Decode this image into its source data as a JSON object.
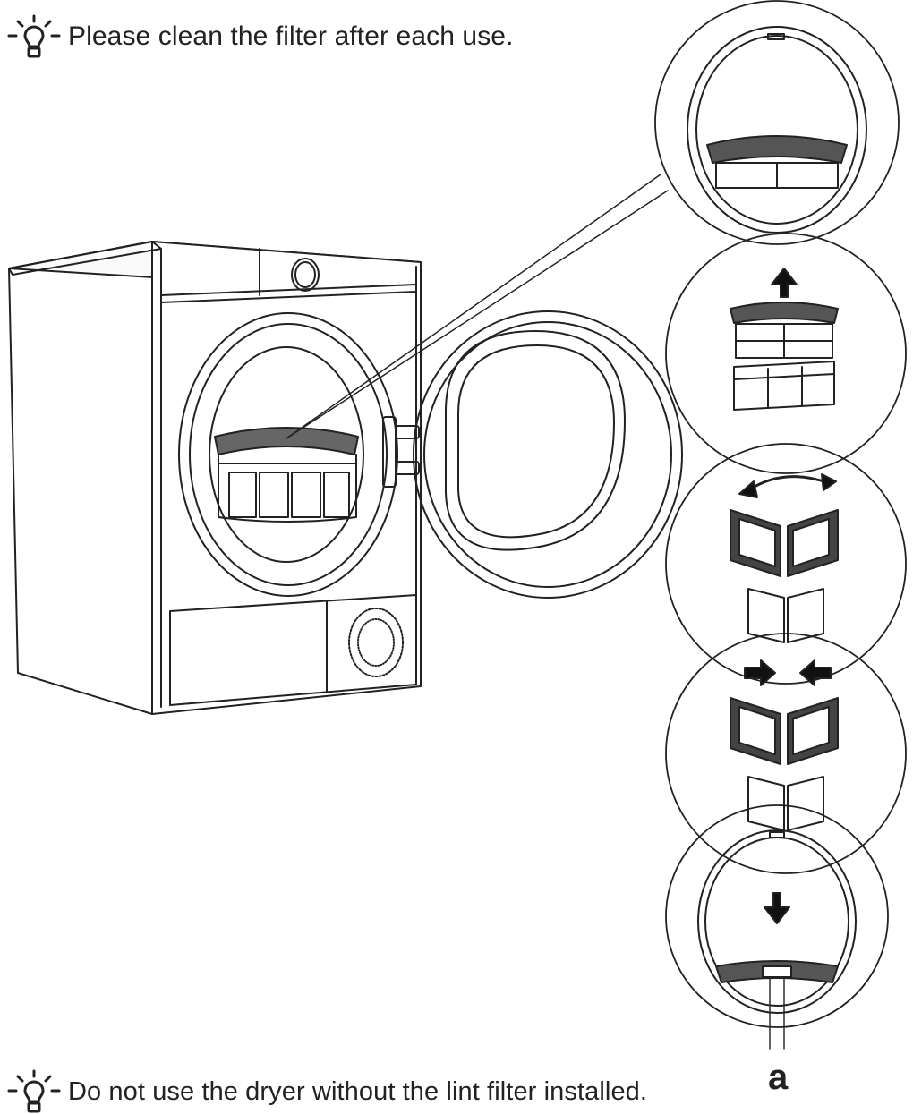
{
  "tips": {
    "top": "Please clean the filter after each use.",
    "bottom": "Do not use the dryer without the lint filter installed."
  },
  "icons": {
    "tip": "lightbulb-icon"
  },
  "callout": {
    "label": "a"
  },
  "steps": [
    {
      "name": "filter-location",
      "arrow": "none"
    },
    {
      "name": "pull-out-filter",
      "arrow": "up"
    },
    {
      "name": "open-filter",
      "arrow": "curved-double"
    },
    {
      "name": "close-filter",
      "arrow": "inward"
    },
    {
      "name": "reinsert-filter",
      "arrow": "down"
    }
  ]
}
